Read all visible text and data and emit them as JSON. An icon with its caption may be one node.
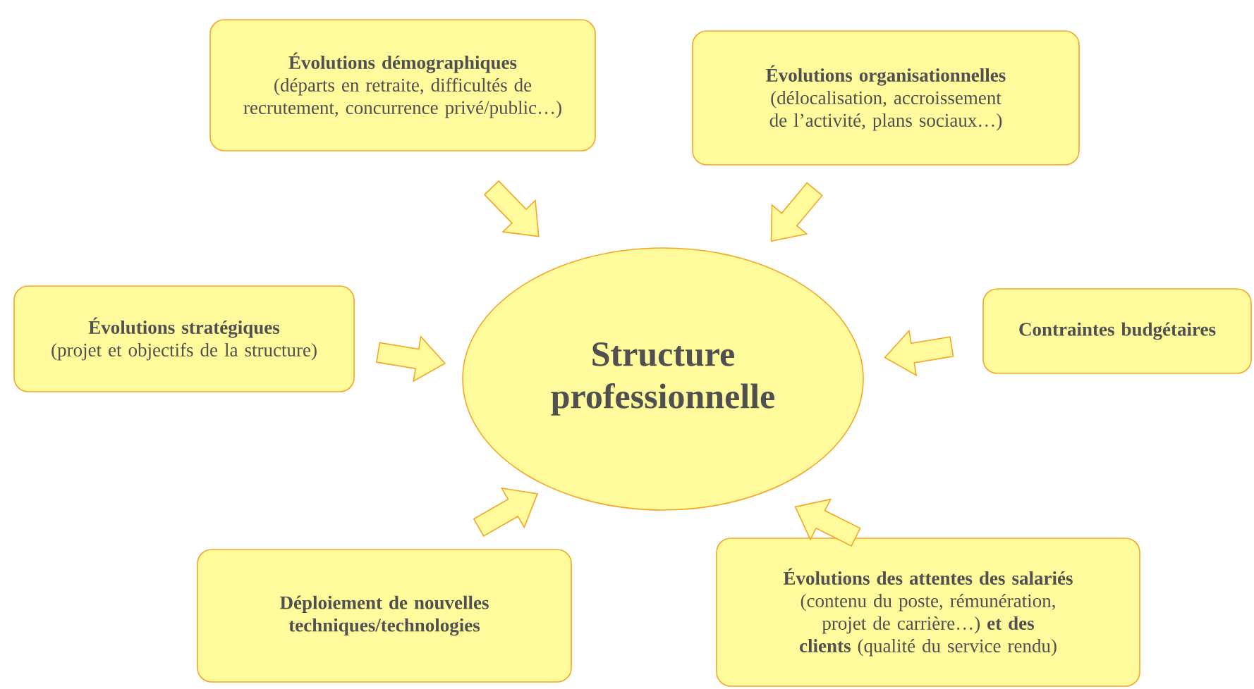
{
  "diagram": {
    "nodes": [
      {
        "text": [
          "Structure professionnelle"
        ]
      },
      {
        "text": [
          "Évolutions démographiques",
          "(départs en retraite, difficultés de recrutement, concurrence privé/public…)"
        ]
      },
      {
        "text": [
          "Évolutions organisationnelles",
          "(délocalisation, accroissement de l’activité, plans sociaux…)"
        ]
      },
      {
        "text": [
          "Évolutions stratégiques",
          "(projet et objectifs de la structure)"
        ]
      },
      {
        "text": [
          "Contraintes budgétaires"
        ]
      },
      {
        "text": [
          "Déploiement de nouvelles techniques/technologies"
        ]
      },
      {
        "text": [
          "Évolutions des attentes des salariés",
          "(contenu du poste, rémunération, projet de carrière…) **et des clients** (qualité du service rendu)"
        ]
      }
    ],
    "edges": [
      {
        "from": 1,
        "to": 0,
        "arrow": "to"
      },
      {
        "from": 2,
        "to": 0,
        "arrow": "to"
      },
      {
        "from": 3,
        "to": 0,
        "arrow": "to"
      },
      {
        "from": 4,
        "to": 0,
        "arrow": "to"
      },
      {
        "from": 5,
        "to": 0,
        "arrow": "to"
      },
      {
        "from": 6,
        "to": 0,
        "arrow": "to"
      }
    ]
  }
}
